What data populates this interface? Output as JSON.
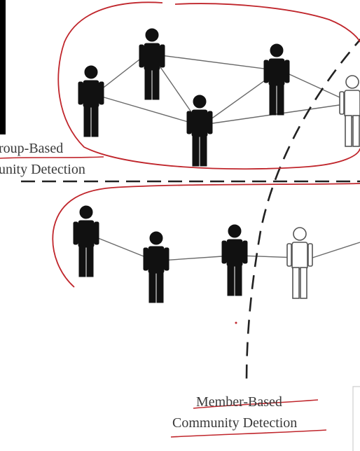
{
  "labels": {
    "group_line1": "roup-Based",
    "group_line2": "unity Detection",
    "member_line1": "Member-Based",
    "member_line2": "Community Detection"
  },
  "people": [
    {
      "id": "g1",
      "style": "filled"
    },
    {
      "id": "g2",
      "style": "filled"
    },
    {
      "id": "g3",
      "style": "filled"
    },
    {
      "id": "g4",
      "style": "filled"
    },
    {
      "id": "g5",
      "style": "outline"
    },
    {
      "id": "m1",
      "style": "filled"
    },
    {
      "id": "m2",
      "style": "filled"
    },
    {
      "id": "m3",
      "style": "filled"
    },
    {
      "id": "m4",
      "style": "outline"
    }
  ],
  "connections": [
    [
      "g1",
      "g2"
    ],
    [
      "g1",
      "g3"
    ],
    [
      "g2",
      "g3"
    ],
    [
      "g2",
      "g4"
    ],
    [
      "g3",
      "g4"
    ],
    [
      "g3",
      "g5"
    ],
    [
      "g4",
      "g5"
    ],
    [
      "m1",
      "m2"
    ],
    [
      "m2",
      "m3"
    ],
    [
      "m3",
      "m4"
    ],
    [
      "m4",
      "edge"
    ]
  ],
  "colors": {
    "annotation": "#c0262c",
    "ink": "#111111",
    "edge": "#6a6a6a",
    "text": "#3a3a3a"
  }
}
